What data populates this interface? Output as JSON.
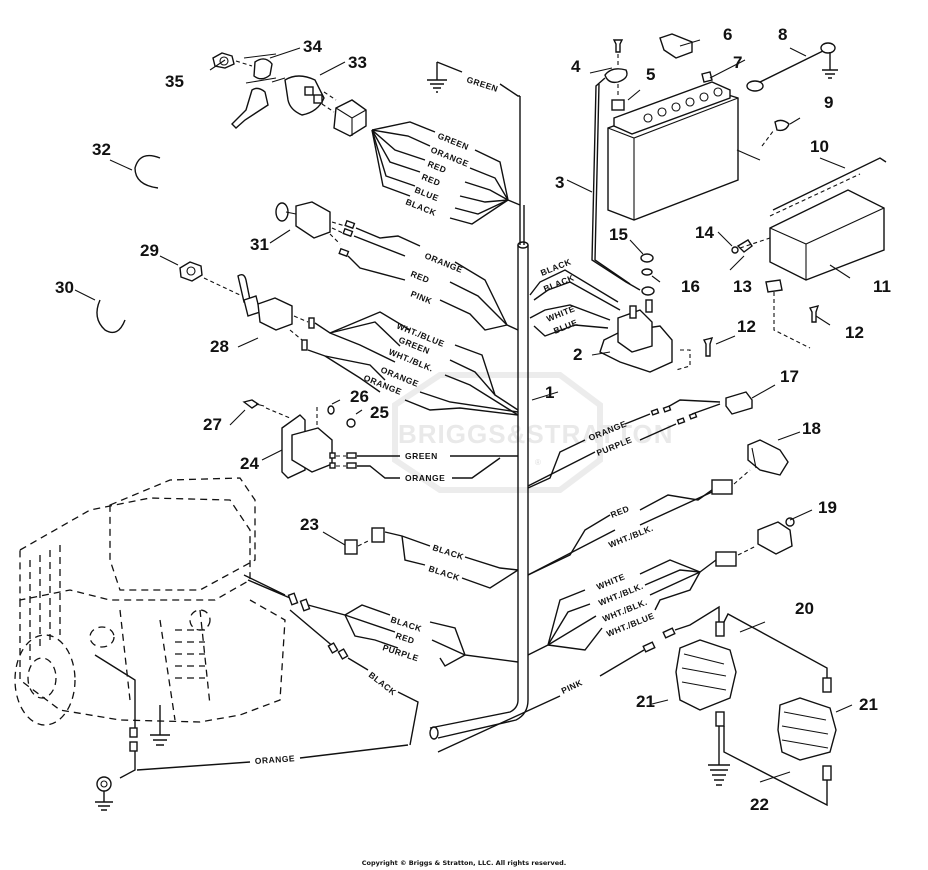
{
  "diagram": {
    "title": "Electrical Wiring Harness Parts Diagram",
    "watermark": "BRIGGS&STRATTON",
    "watermark_mark": "®",
    "copyright": "Copyright © Briggs & Stratton, LLC. All rights reserved."
  },
  "callouts": {
    "c1": "1",
    "c2": "2",
    "c3": "3",
    "c4": "4",
    "c5": "5",
    "c6": "6",
    "c7": "7",
    "c8": "8",
    "c9": "9",
    "c10": "10",
    "c11": "11",
    "c12a": "12",
    "c12b": "12",
    "c13": "13",
    "c14": "14",
    "c15": "15",
    "c16": "16",
    "c17": "17",
    "c18": "18",
    "c19": "19",
    "c20": "20",
    "c21a": "21",
    "c21b": "21",
    "c22": "22",
    "c23": "23",
    "c24": "24",
    "c25": "25",
    "c26": "26",
    "c27": "27",
    "c28": "28",
    "c29": "29",
    "c30": "30",
    "c31": "31",
    "c32": "32",
    "c33": "33",
    "c34": "34",
    "c35": "35"
  },
  "wires": {
    "ground_top": "GREEN",
    "ignition": [
      "GREEN",
      "ORANGE",
      "RED",
      "RED",
      "BLUE",
      "BLACK"
    ],
    "switch31": [
      "ORANGE",
      "RED",
      "PINK"
    ],
    "switch28": [
      "WHT./BLUE",
      "GREEN",
      "WHT./BLK.",
      "ORANGE",
      "ORANGE"
    ],
    "module24": [
      "GREEN",
      "ORANGE"
    ],
    "solenoid": [
      "BLACK",
      "BLACK",
      "WHITE",
      "BLUE"
    ],
    "part17": [
      "ORANGE",
      "PURPLE"
    ],
    "part18": [
      "RED",
      "WHT./BLK."
    ],
    "part19": [
      "WHITE",
      "WHT./BLK.",
      "WHT./BLK.",
      "WHT./BLUE"
    ],
    "part23": [
      "BLACK",
      "BLACK"
    ],
    "engine": [
      "BLACK",
      "RED",
      "PURPLE"
    ],
    "engine_ground": "BLACK",
    "lights": "PINK",
    "bottom": "ORANGE"
  }
}
